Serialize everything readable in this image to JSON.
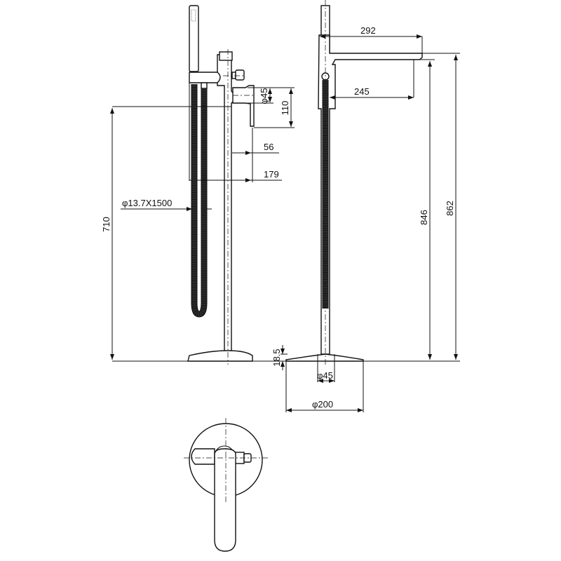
{
  "dimensions": {
    "hose": "φ13.7X1500",
    "height_to_mixer": "710",
    "mixer_diameter": "φ45",
    "lever_height": "110",
    "lever_offset": "56",
    "lever_reach": "179",
    "spout_reach": "292",
    "spout_outlet": "245",
    "spout_outlet_height": "846",
    "total_height": "862",
    "base_height": "18.5",
    "pole_diameter": "φ45",
    "base_diameter": "φ200"
  }
}
